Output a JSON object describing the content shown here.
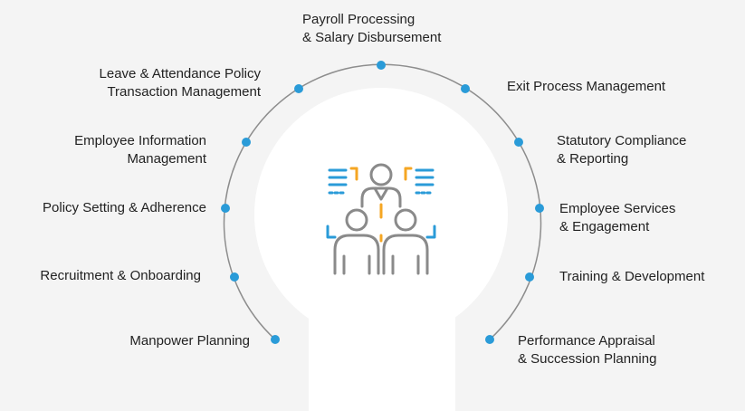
{
  "colors": {
    "background": "#f4f4f4",
    "center_fill": "#ffffff",
    "arc": "#8d8d8d",
    "dot": "#2a9bd8",
    "icon_gray": "#8a8a8a",
    "icon_blue": "#2a9bd8",
    "icon_orange": "#f5a623",
    "text": "#222222"
  },
  "center_icon": "team-people-icon",
  "items": [
    {
      "id": "payroll",
      "lines": [
        "Payroll Processing",
        "& Salary Disbursement"
      ]
    },
    {
      "id": "exit",
      "lines": [
        "Exit Process Management"
      ]
    },
    {
      "id": "statutory",
      "lines": [
        "Statutory Compliance",
        "& Reporting"
      ]
    },
    {
      "id": "services",
      "lines": [
        "Employee Services",
        "& Engagement"
      ]
    },
    {
      "id": "training",
      "lines": [
        "Training & Development"
      ]
    },
    {
      "id": "performance",
      "lines": [
        "Performance Appraisal",
        "& Succession Planning"
      ]
    },
    {
      "id": "manpower",
      "lines": [
        "Manpower Planning"
      ]
    },
    {
      "id": "recruitment",
      "lines": [
        "Recruitment & Onboarding"
      ]
    },
    {
      "id": "policy",
      "lines": [
        "Policy Setting & Adherence"
      ]
    },
    {
      "id": "info",
      "lines": [
        "Employee Information",
        "Management"
      ]
    },
    {
      "id": "leave",
      "lines": [
        "Leave & Attendance Policy",
        "Transaction Management"
      ]
    }
  ]
}
